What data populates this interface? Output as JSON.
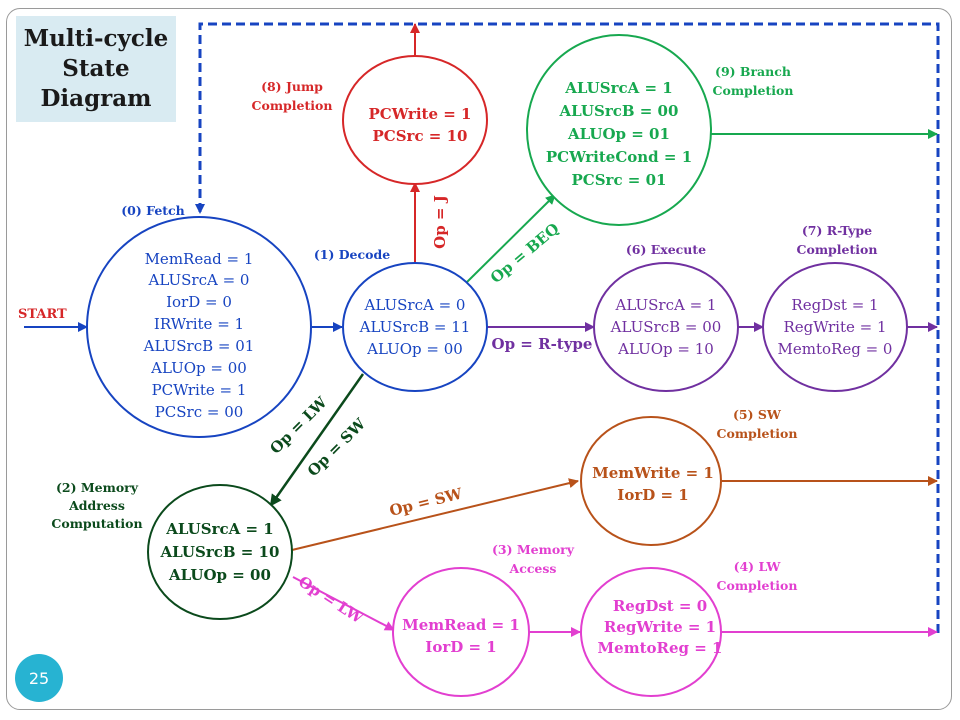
{
  "title": [
    "Multi-cycle",
    "State",
    "Diagram"
  ],
  "slide_number": "25",
  "colors": {
    "fetch_decode": "#1744c1",
    "jump": "#d62728",
    "branch": "#17a84f",
    "rtype": "#7030a0",
    "memory_address": "#0b4a1c",
    "sw": "#b8521a",
    "lw": "#e23fd0",
    "feedback": "#1744c1"
  },
  "start_label": "START",
  "states": [
    {
      "id": "fetch",
      "caption": [
        "(0) Fetch"
      ],
      "lines": [
        "MemRead = 1",
        "ALUSrcA = 0",
        "IorD = 0",
        "IRWrite = 1",
        "ALUSrcB = 01",
        "ALUOp = 00",
        "PCWrite = 1",
        "PCSrc = 00"
      ]
    },
    {
      "id": "decode",
      "caption": [
        "(1) Decode"
      ],
      "lines": [
        "ALUSrcA = 0",
        "ALUSrcB = 11",
        "ALUOp = 00"
      ]
    },
    {
      "id": "jump",
      "caption": [
        "(8) Jump",
        "Completion"
      ],
      "lines": [
        "PCWrite = 1",
        "PCSrc = 10"
      ]
    },
    {
      "id": "branch",
      "caption": [
        "(9) Branch",
        "Completion"
      ],
      "lines": [
        "ALUSrcA = 1",
        "ALUSrcB = 00",
        "ALUOp = 01",
        "PCWriteCond = 1",
        "PCSrc = 01"
      ]
    },
    {
      "id": "execute",
      "caption": [
        "(6) Execute"
      ],
      "lines": [
        "ALUSrcA = 1",
        "ALUSrcB = 00",
        "ALUOp = 10"
      ]
    },
    {
      "id": "rtype",
      "caption": [
        "(7) R-Type",
        "Completion"
      ],
      "lines": [
        "RegDst = 1",
        "RegWrite = 1",
        "MemtoReg = 0"
      ]
    },
    {
      "id": "memaddr",
      "caption": [
        "(2) Memory",
        "Address",
        "Computation"
      ],
      "lines": [
        "ALUSrcA = 1",
        "ALUSrcB = 10",
        "ALUOp = 00"
      ]
    },
    {
      "id": "sw",
      "caption": [
        "(5) SW",
        "Completion"
      ],
      "lines": [
        "MemWrite = 1",
        "IorD = 1"
      ]
    },
    {
      "id": "memaccess",
      "caption": [
        "(3) Memory",
        "Access"
      ],
      "lines": [
        "MemRead = 1",
        "IorD = 1"
      ]
    },
    {
      "id": "lw",
      "caption": [
        "(4) LW",
        "Completion"
      ],
      "lines": [
        "RegDst = 0",
        "RegWrite = 1",
        "MemtoReg = 1"
      ]
    }
  ],
  "transitions": [
    {
      "id": "op-j",
      "label": "Op = J"
    },
    {
      "id": "op-beq",
      "label": "Op = BEQ"
    },
    {
      "id": "op-rtype",
      "label": "Op = R-type"
    },
    {
      "id": "op-lw-decode",
      "label": "Op = LW"
    },
    {
      "id": "op-sw-decode",
      "label": "Op = SW"
    },
    {
      "id": "op-sw-mem",
      "label": "Op = SW"
    },
    {
      "id": "op-lw-mem",
      "label": "Op = LW"
    }
  ]
}
